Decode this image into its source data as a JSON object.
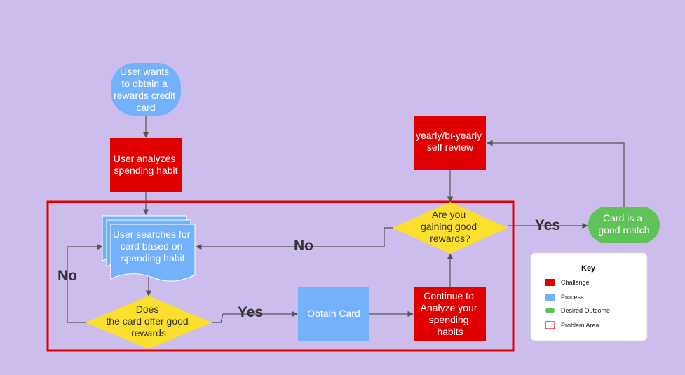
{
  "colors": {
    "background": "#cdbdec",
    "challenge": "#e00000",
    "process": "#73b1fb",
    "desired_outcome": "#60c35a",
    "decision": "#fbdf2e",
    "problem_area": "#e00000"
  },
  "nodes": {
    "start": [
      "User wants",
      "to obtain a",
      "rewards credit",
      "card"
    ],
    "analyze": [
      "User analyzes",
      "spending habit"
    ],
    "search": [
      "User searches for",
      "card based on",
      "spending habit"
    ],
    "decision_offer": [
      "Does",
      "the card offer good",
      "rewards"
    ],
    "obtain": [
      "Obtain Card"
    ],
    "continue": [
      "Continue to",
      "Analyze your",
      "spending",
      "habits"
    ],
    "decision_gaining": [
      "Are you",
      "gaining good",
      "rewards?"
    ],
    "review": [
      "yearly/bi-yearly",
      "self review"
    ],
    "match": [
      "Card is a",
      "good match"
    ]
  },
  "edges": {
    "yes_obtain": "Yes",
    "no_search": "No",
    "no_loop": "No",
    "yes_match": "Yes"
  },
  "key": {
    "title": "Key",
    "items": [
      {
        "label": "Challenge",
        "shape": "square",
        "color": "#e00000"
      },
      {
        "label": "Process",
        "shape": "square",
        "color": "#73b1fb"
      },
      {
        "label": "Desired Outcome",
        "shape": "pill",
        "color": "#60c35a"
      },
      {
        "label": "Problem Area",
        "shape": "outline",
        "color": "#e00000"
      }
    ]
  }
}
